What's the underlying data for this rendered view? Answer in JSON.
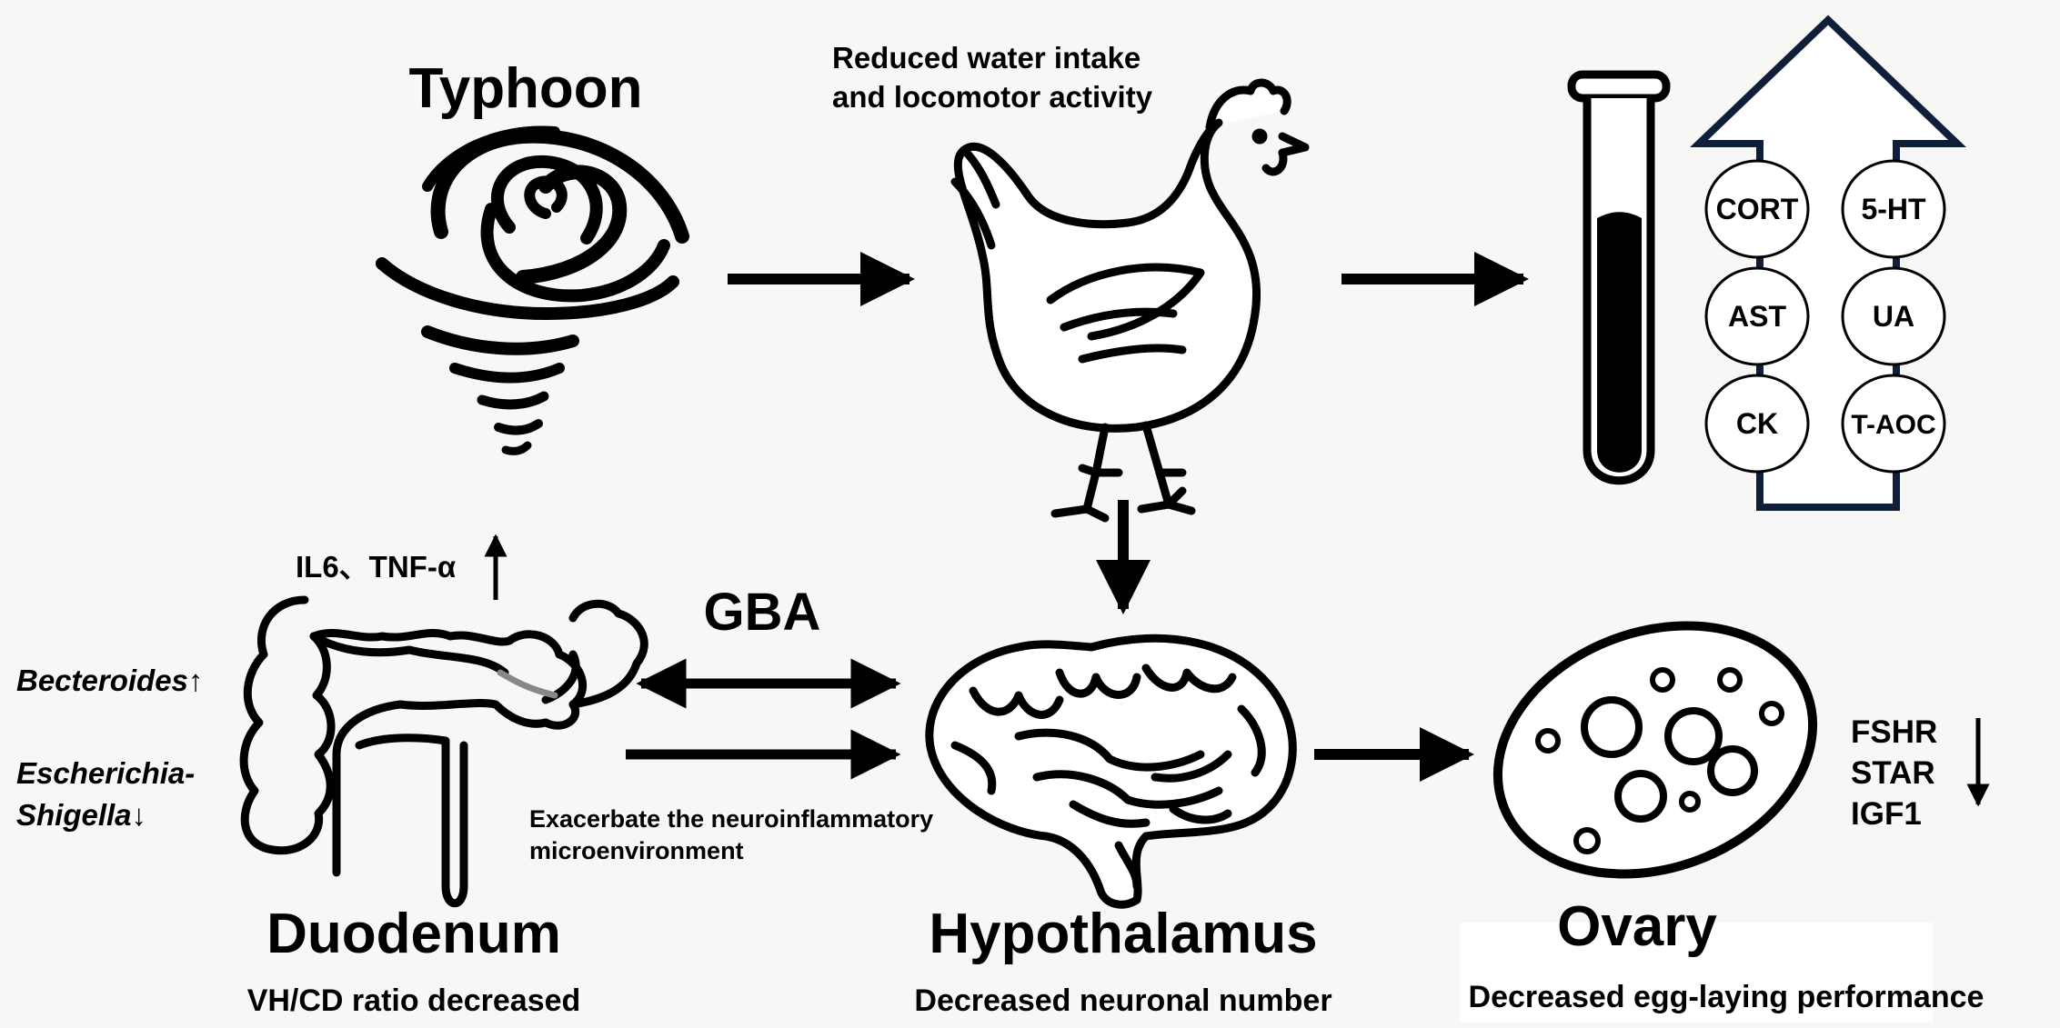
{
  "labels": {
    "typhoon": "Typhoon",
    "reduced_intake": [
      "Reduced water intake",
      "and locomotor activity"
    ],
    "duodenum": "Duodenum",
    "duodenum_sub": "VH/CD ratio decreased",
    "hypothalamus": "Hypothalamus",
    "hypothalamus_sub": "Decreased neuronal number",
    "ovary": "Ovary",
    "ovary_sub": "Decreased egg-laying performance",
    "gba": "GBA",
    "exacerbate": [
      "Exacerbate the neuroinflammatory",
      "microenvironment"
    ],
    "cytokines": "IL6、TNF-α",
    "bacteroides": "Becteroides↑",
    "escherichia": [
      "Escherichia-",
      "Shigella↓"
    ]
  },
  "serum_markers": [
    "CORT",
    "5-HT",
    "AST",
    "UA",
    "CK",
    "T-AOC"
  ],
  "ovary_genes": [
    "FSHR",
    "STAR",
    "IGF1"
  ],
  "icons": {
    "typhoon": "typhoon-swirl-icon",
    "chicken": "hen-icon",
    "tube": "blood-test-tube-icon",
    "intestine": "intestine-icon",
    "brain": "brain-icon",
    "ovary": "ovary-follicles-icon",
    "up": "up-arrow-icon",
    "down": "down-arrow-icon"
  },
  "colors": {
    "ink": "#000000",
    "panel_border": "#0f1f3a",
    "background": "#f7f7f5"
  }
}
